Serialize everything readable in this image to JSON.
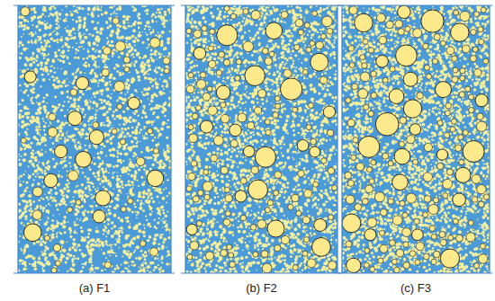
{
  "diagram": {
    "labels": [
      "(a) F1",
      "(b) F2",
      "(c) F3"
    ]
  }
}
